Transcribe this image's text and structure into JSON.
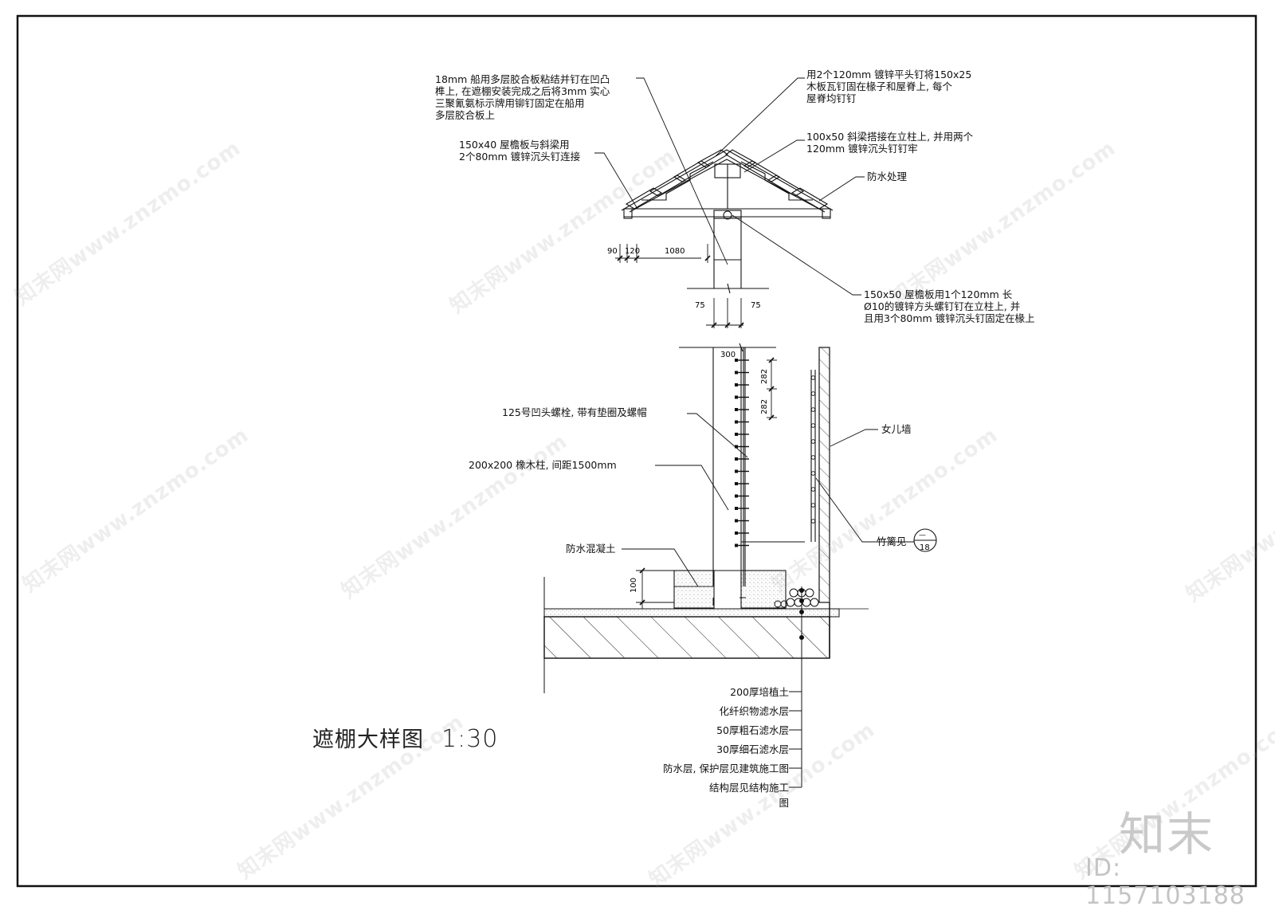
{
  "drawing": {
    "title": "遮棚大样图",
    "scale": "1:30"
  },
  "annotations": {
    "plywood": "18mm 船用多层胶合板粘结并钉在凹凸\n榫上, 在遮棚安装完成之后将3mm 实心\n三聚氰氨标示牌用铆钉固定在船用\n多层胶合板上",
    "eave_board_40": "150x40 屋檐板与斜梁用\n2个80mm 镀锌沉头钉连接",
    "tile_nailing": "用2个120mm 镀锌平头钉将150x25\n木板瓦钉固在椽子和屋脊上, 每个\n屋脊均钉钉",
    "rafter": "100x50 斜梁搭接在立柱上, 并用两个\n120mm 镀锌沉头钉钉牢",
    "waterproof_treatment": "防水处理",
    "eave_board_50": "150x50 屋檐板用1个120mm 长\nØ10的镀锌方头螺钉钉在立柱上, 并\n且用3个80mm 镀锌沉头钉固定在椽上",
    "bolt": "125号凹头螺栓, 带有垫圈及螺帽",
    "post": "200x200 橡木柱, 间距1500mm",
    "parapet": "女儿墙",
    "bamboo": "竹篱见",
    "waterproof_concrete": "防水混凝土",
    "ref_top": "—",
    "ref_bottom": "18"
  },
  "dimensions": {
    "d90": "90",
    "d120": "120",
    "d1080": "1080",
    "d75_left": "75",
    "d75_right": "75",
    "d300": "300",
    "d282": "282",
    "d100": "100"
  },
  "layers": [
    "200厚培植土",
    "化纤织物滤水层",
    "50厚粗石滤水层",
    "30厚细石滤水层",
    "防水层, 保护层见建筑施工图",
    "结构层见结构施工图"
  ],
  "branding": {
    "logo_text": "知末",
    "id_text": "ID: 1157103188",
    "watermark_text": "知末网www.znzmo.com"
  }
}
